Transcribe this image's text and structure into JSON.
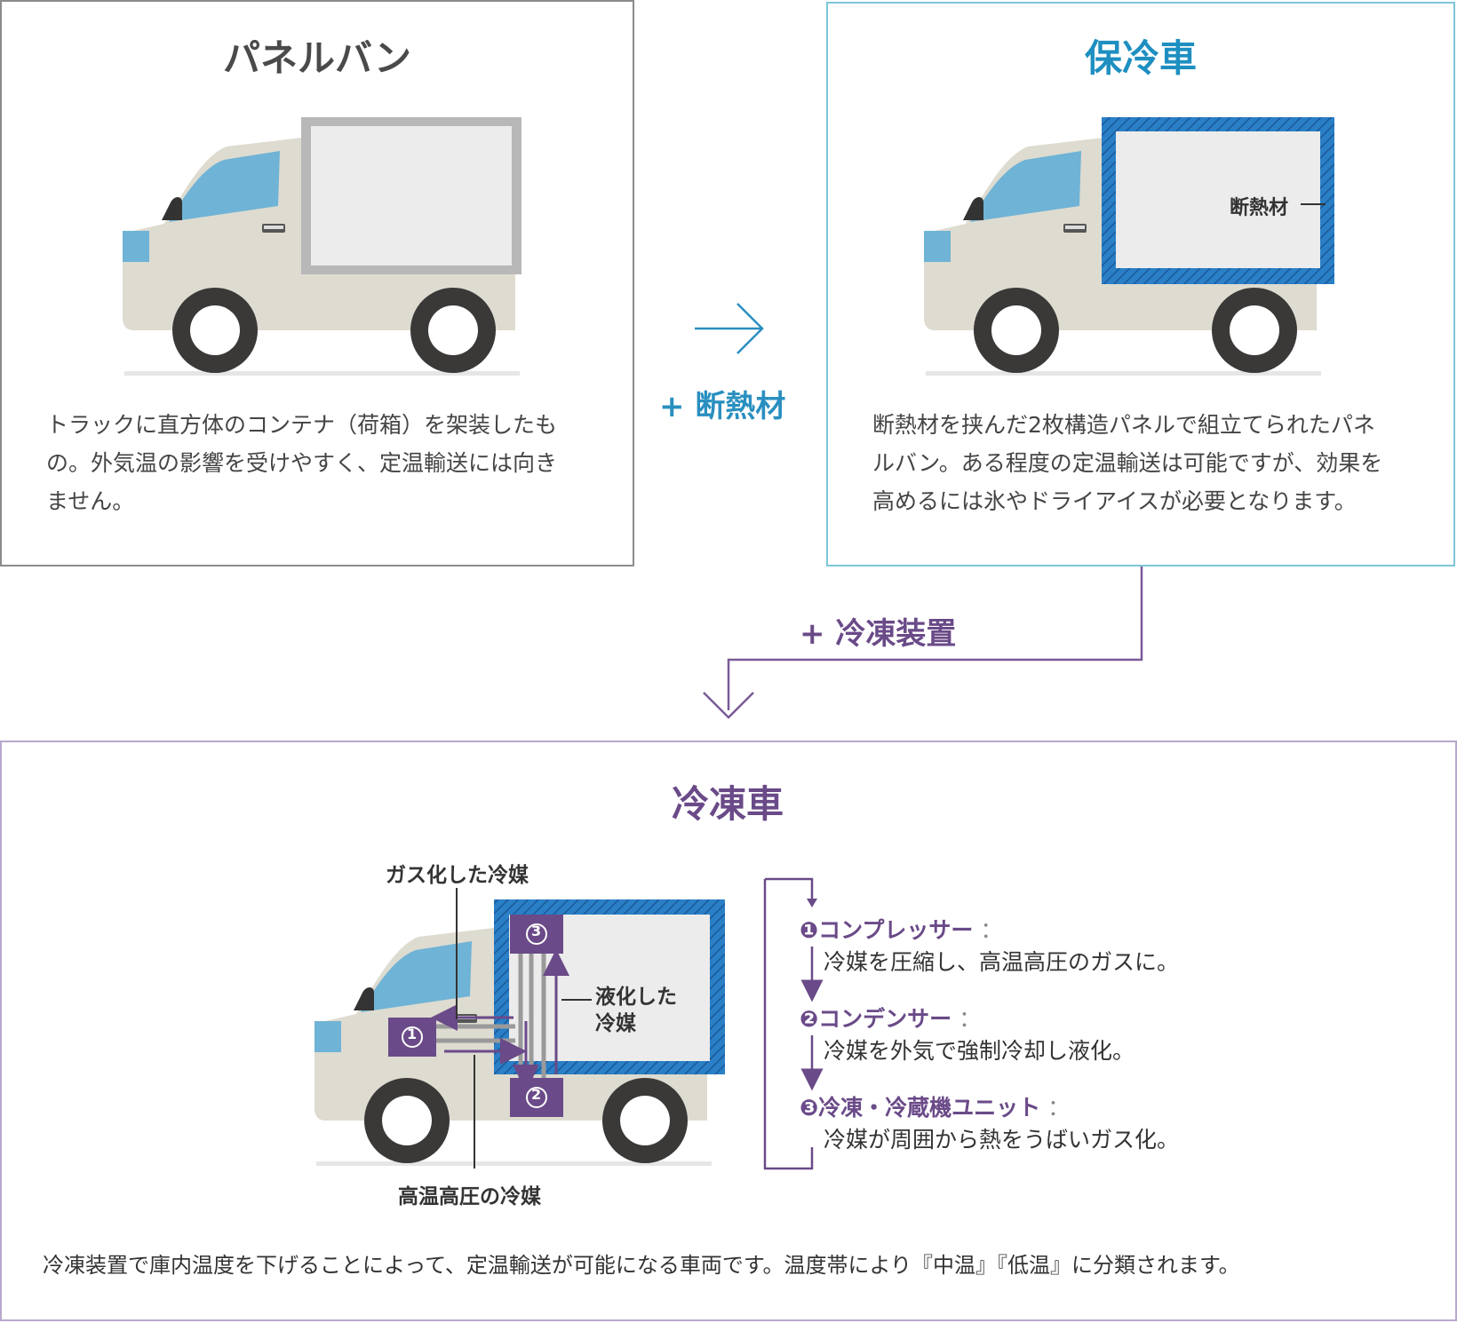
{
  "panel_van": {
    "title": "パネルバン",
    "desc_lines": [
      "トラックに直方体のコンテナ（荷箱）を架装したも",
      "の。外気温の影響を受けやすく、定温輸送には向き",
      "ません。"
    ]
  },
  "connector_1": {
    "label": "+ 断熱材"
  },
  "insulated": {
    "title": "保冷車",
    "insulation_label": "断熱材",
    "desc_lines": [
      "断熱材を挟んだ2枚構造パネルで組立てられたパネ",
      "ルバン。ある程度の定温輸送は可能ですが、効果を",
      "高めるには氷やドライアイスが必要となります。"
    ]
  },
  "connector_2": {
    "label": "+ 冷凍装置"
  },
  "freezer": {
    "title": "冷凍車",
    "label_gas": "ガス化した冷媒",
    "label_liquid": [
      "液化した",
      "冷媒"
    ],
    "label_hot": "高温高圧の冷媒",
    "unit_numbers": [
      "1",
      "2",
      "3"
    ],
    "steps": [
      {
        "num": "❶",
        "name": "コンプレッサー",
        "sep": "：",
        "desc": "冷媒を圧縮し、高温高圧のガスに。"
      },
      {
        "num": "❷",
        "name": "コンデンサー",
        "sep": "：",
        "desc": "冷媒を外気で強制冷却し液化。"
      },
      {
        "num": "❸",
        "name": "冷凍・冷蔵機ユニット",
        "sep": "：",
        "desc": "冷媒が周囲から熱をうばいガス化。"
      }
    ],
    "footer": "冷凍装置で庫内温度を下げることによって、定温輸送が可能になる車両です。温度帯により『中温』『低温』に分類されます。"
  },
  "colors": {
    "panel_border": "#8c8c8c",
    "insulated_border": "#7fc6d8",
    "insulated_title": "#1e8fc0",
    "freezer_border": "#b8a8cc",
    "freezer_title": "#6a4a88",
    "insulation_blue": "#2a7fc6",
    "truck_body": "#dedbd0",
    "windshield": "#6fb3d6",
    "wheel": "#3b3838"
  }
}
